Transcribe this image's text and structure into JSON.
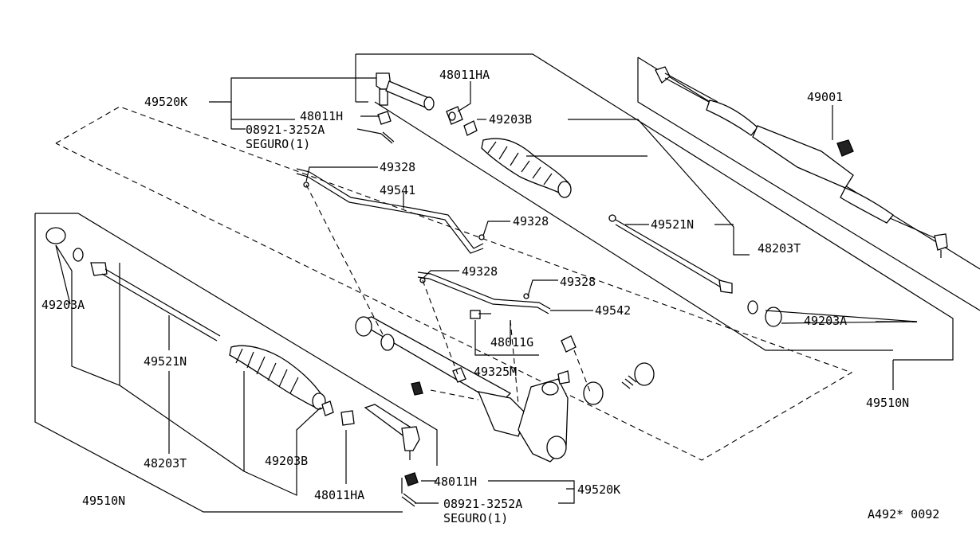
{
  "labels": {
    "p49520k_top": "49520K",
    "p48011h_top": "48011H",
    "p08921_top": "08921-3252A",
    "seguro_top": "SEGURO(1)",
    "p48011ha_top": "48011HA",
    "p49203b_top": "49203B",
    "p49001": "49001",
    "p49328_a": "49328",
    "p49541": "49541",
    "p49328_b": "49328",
    "p49521n_right": "49521N",
    "p48203t_right": "48203T",
    "p49328_c": "49328",
    "p49328_d": "49328",
    "p49542": "49542",
    "p48011g": "48011G",
    "p49325m": "49325M",
    "p49203a_right": "49203A",
    "p49510n_right": "49510N",
    "p49203a_left": "49203A",
    "p49521n_left": "49521N",
    "p48203t_left": "48203T",
    "p49203b_bottom": "49203B",
    "p48011ha_bottom": "48011HA",
    "p49510n_left": "49510N",
    "p48011h_bottom": "48011H",
    "p49520k_bottom": "49520K",
    "p08921_bottom": "08921-3252A",
    "seguro_bottom": "SEGURO(1)",
    "ref_code": "A492* 0092"
  }
}
